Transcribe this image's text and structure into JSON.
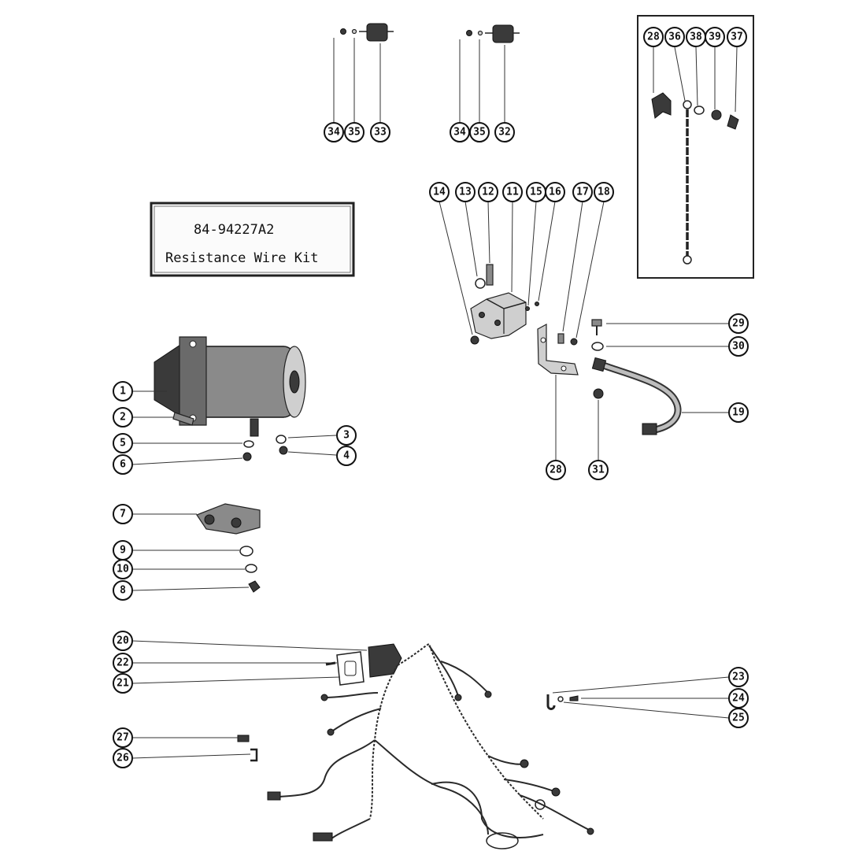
{
  "kit_box": {
    "part_number": "84-94227A2",
    "description": "Resistance Wire Kit"
  },
  "callouts": {
    "c1": "1",
    "c2": "2",
    "c3": "3",
    "c4": "4",
    "c5": "5",
    "c6": "6",
    "c7": "7",
    "c8": "8",
    "c9": "9",
    "c10": "10",
    "c11": "11",
    "c12": "12",
    "c13": "13",
    "c14": "14",
    "c15": "15",
    "c16": "16",
    "c17": "17",
    "c18": "18",
    "c19": "19",
    "c20": "20",
    "c21": "21",
    "c22": "22",
    "c23": "23",
    "c24": "24",
    "c25": "25",
    "c26": "26",
    "c27": "27",
    "c28a": "28",
    "c28b": "28",
    "c29": "29",
    "c30": "30",
    "c31": "31",
    "c32": "32",
    "c33": "33",
    "c34a": "34",
    "c35a": "35",
    "c34b": "34",
    "c35b": "35",
    "c36": "36",
    "c37": "37",
    "c38": "38",
    "c39": "39"
  }
}
